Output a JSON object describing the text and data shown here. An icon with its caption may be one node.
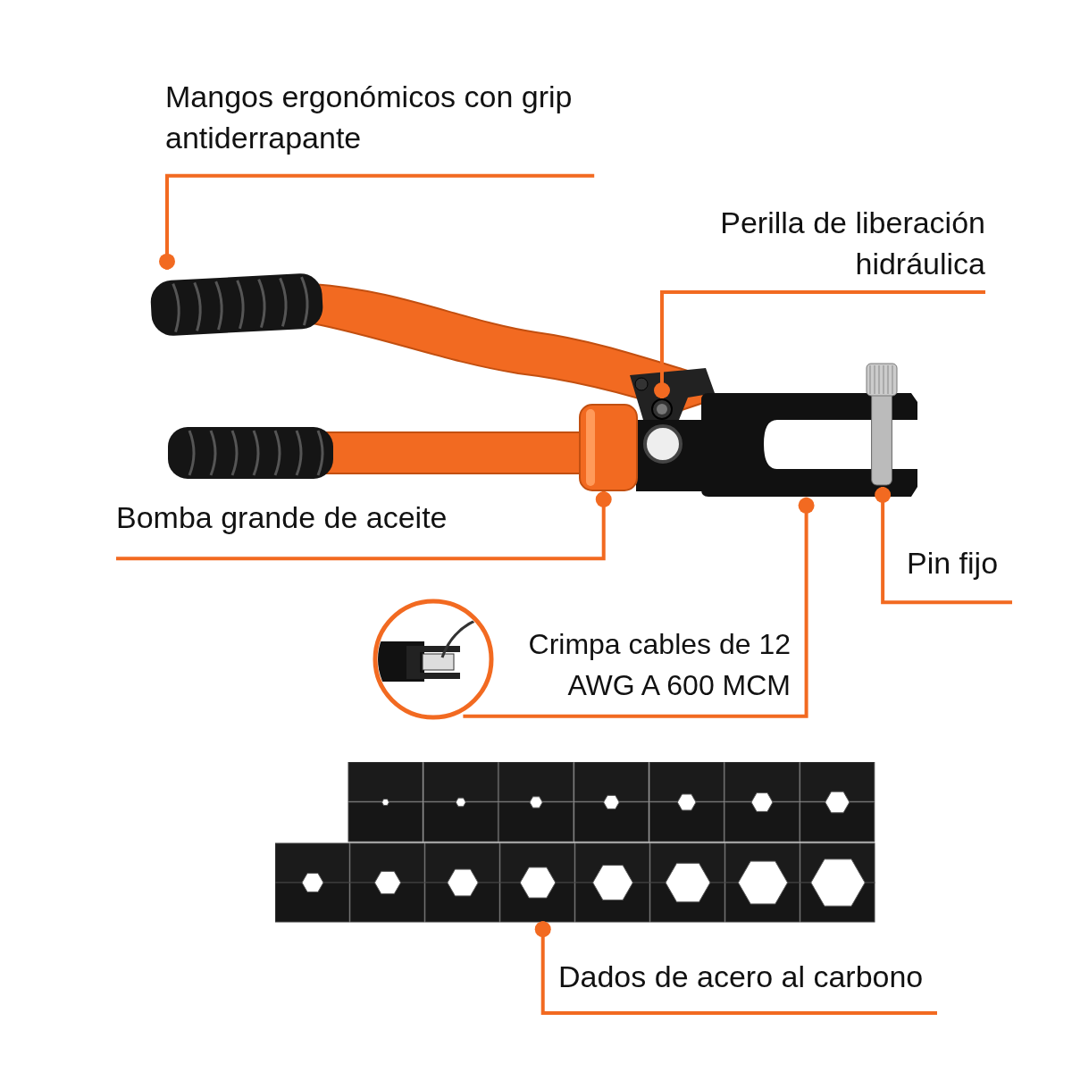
{
  "diagram": {
    "nodes": [
      {
        "text": [
          "Mangos ergonómicos con grip antiderrapante"
        ]
      },
      {
        "text": [],
        "shape": "picture"
      },
      {
        "text": [
          "Perilla de liberación hidráulica"
        ]
      },
      {
        "text": [],
        "shape": "circle"
      },
      {
        "text": [
          "Bomba grande de aceite"
        ]
      },
      {
        "text": [],
        "shape": "cylinder"
      },
      {
        "text": [
          "Pin fijo"
        ]
      },
      {
        "text": [],
        "shape": "cylinder"
      },
      {
        "text": [
          "Crimpa cables de 12 AWG A 600 MCM"
        ]
      },
      {
        "text": [],
        "shape": "picture"
      },
      {
        "text": [
          "Dados de acero al carbono"
        ]
      },
      {
        "text": [],
        "shape": "picture"
      }
    ],
    "edges": [
      {
        "from": 0,
        "to": 1,
        "arrow": "other"
      },
      {
        "from": 2,
        "to": 3,
        "arrow": "other"
      },
      {
        "from": 4,
        "to": 5,
        "arrow": "other"
      },
      {
        "from": 6,
        "to": 7,
        "arrow": "other"
      },
      {
        "from": 8,
        "to": 9,
        "arrow": "other"
      },
      {
        "from": 10,
        "to": 11,
        "arrow": "other"
      }
    ]
  }
}
